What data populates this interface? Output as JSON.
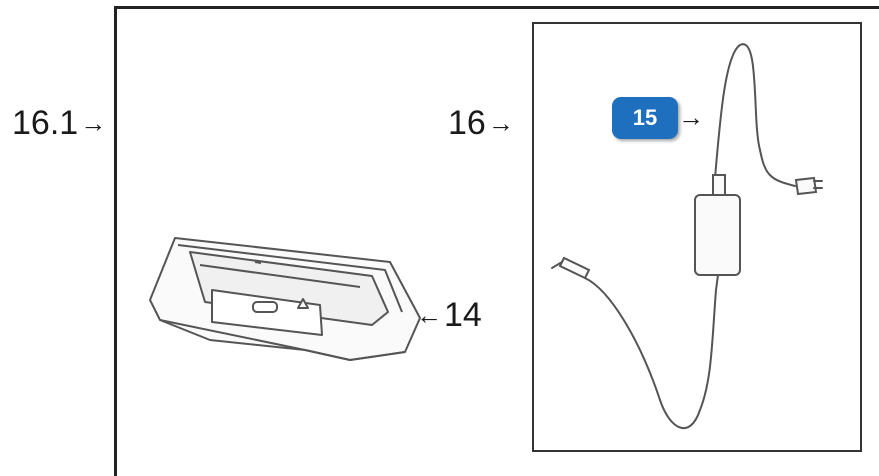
{
  "labels": {
    "label_16_1": "16.1",
    "label_16": "16",
    "label_15": "15",
    "label_14": "14"
  },
  "arrow_glyphs": {
    "right": "→",
    "left": "←"
  },
  "colors": {
    "badge": "#1f6fbf",
    "line": "#555555"
  }
}
